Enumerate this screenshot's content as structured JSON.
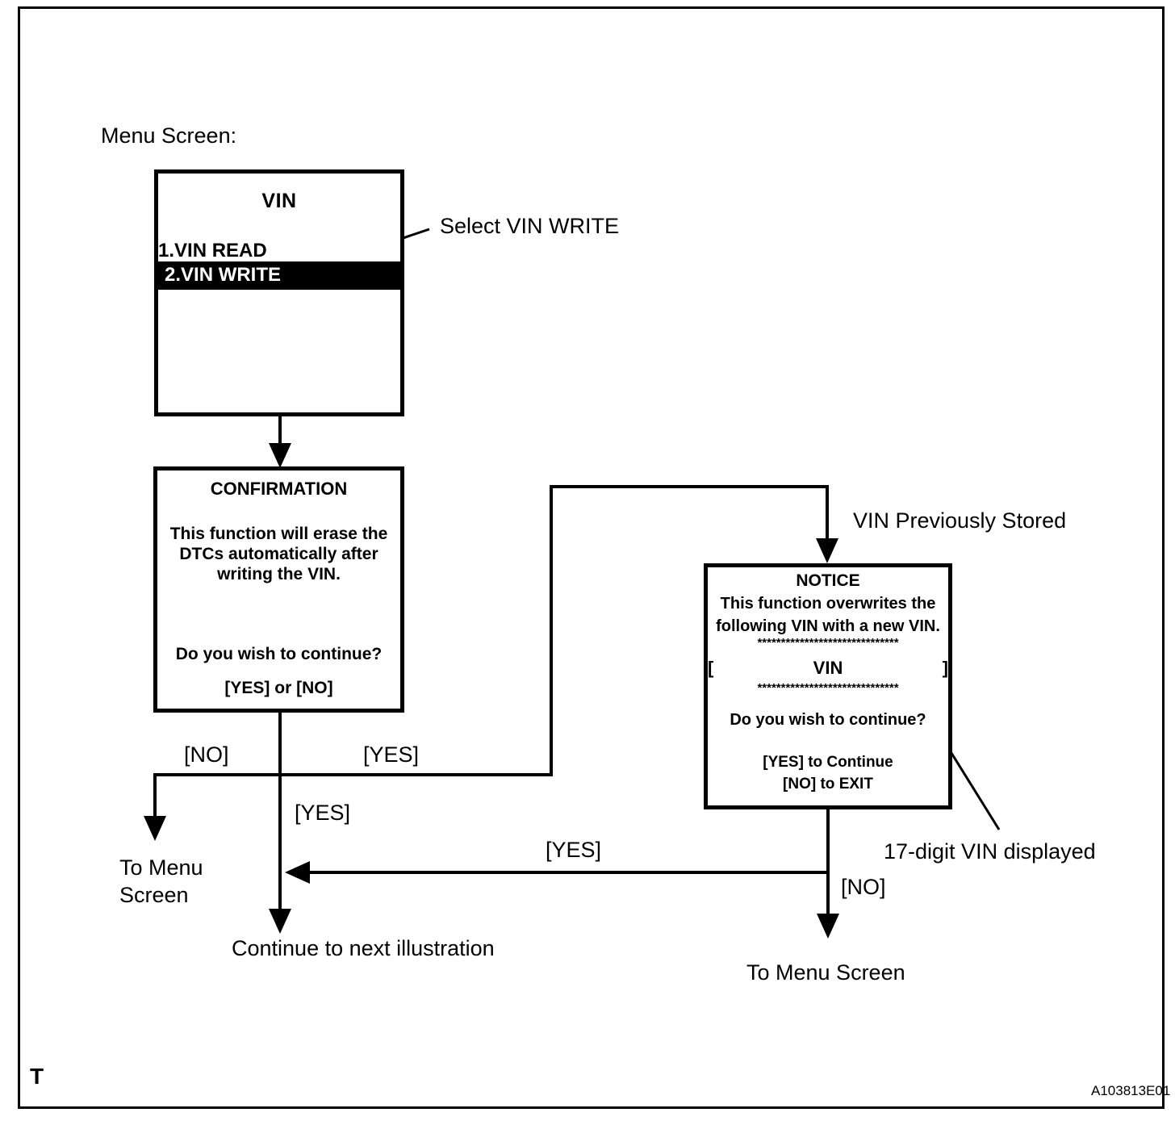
{
  "page": {
    "section_label": "Menu Screen:",
    "footer_left": "T",
    "figure_id": "A103813E01"
  },
  "vin_menu_screen": {
    "title": "VIN",
    "items": [
      {
        "label": "1.VIN READ",
        "selected": false
      },
      {
        "label": "2.VIN WRITE",
        "selected": true
      }
    ]
  },
  "confirmation_screen": {
    "title": "CONFIRMATION",
    "body_lines": [
      "This function will erase the",
      "DTCs automatically after",
      "writing the VIN."
    ],
    "question": "Do you wish to continue?",
    "options": "[YES] or [NO]"
  },
  "notice_screen": {
    "title": "NOTICE",
    "body_lines": [
      "This function overwrites the",
      "following VIN with a new VIN."
    ],
    "separator": "******************************",
    "vin_field": {
      "open_bracket": "[",
      "label": "VIN",
      "close_bracket": "]"
    },
    "question": "Do you wish to continue?",
    "options": [
      "[YES] to Continue",
      "[NO] to EXIT"
    ]
  },
  "annotations": {
    "select_vin_write": "Select VIN WRITE",
    "vin_previously_stored": "VIN Previously Stored",
    "vin_displayed": "17-digit VIN displayed"
  },
  "flow_labels": {
    "confirm_no": "[NO]",
    "confirm_yes_right": "[YES]",
    "confirm_yes_down": "[YES]",
    "notice_yes": "[YES]",
    "notice_no": "[NO]",
    "to_menu_left_line1": "To Menu",
    "to_menu_left_line2": "Screen",
    "continue_next": "Continue to next illustration",
    "to_menu_right": "To Menu Screen"
  }
}
